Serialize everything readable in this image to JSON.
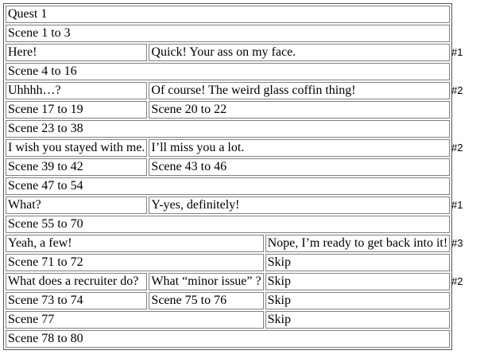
{
  "colors": {
    "background": "#ffffff",
    "text": "#000000",
    "table_outer_border": "#545454",
    "cell_border": "#808080"
  },
  "table": {
    "rows": [
      {
        "cells": [
          {
            "text": "Quest 1"
          }
        ]
      },
      {
        "cells": [
          {
            "text": "Scene 1 to 3"
          }
        ]
      },
      {
        "cells": [
          {
            "text": "Here!"
          },
          {
            "text": "Quick! Your ass on my face."
          }
        ]
      },
      {
        "cells": [
          {
            "text": "Scene 4 to 16"
          }
        ]
      },
      {
        "cells": [
          {
            "text": "Uhhhh…?"
          },
          {
            "text": "Of course! The weird glass coffin thing!"
          }
        ]
      },
      {
        "cells": [
          {
            "text": "Scene 17 to 19"
          },
          {
            "text": "Scene 20 to 22"
          }
        ]
      },
      {
        "cells": [
          {
            "text": "Scene 23 to 38"
          }
        ]
      },
      {
        "cells": [
          {
            "text": "I wish you stayed with me."
          },
          {
            "text": "I’ll miss you a lot."
          }
        ]
      },
      {
        "cells": [
          {
            "text": "Scene 39 to 42"
          },
          {
            "text": "Scene 43 to 46"
          }
        ]
      },
      {
        "cells": [
          {
            "text": "Scene 47 to 54"
          }
        ]
      },
      {
        "cells": [
          {
            "text": "What?"
          },
          {
            "text": "Y-yes, definitely!"
          }
        ]
      },
      {
        "cells": [
          {
            "text": "Scene 55 to 70"
          }
        ]
      },
      {
        "cells": [
          {
            "text": "Yeah, a few!"
          },
          {
            "text": "Nope, I’m ready to get back into it!"
          }
        ]
      },
      {
        "cells": [
          {
            "text": "Scene 71 to 72"
          },
          {
            "text": "Skip"
          }
        ]
      },
      {
        "cells": [
          {
            "text": "What does a recruiter do?"
          },
          {
            "text": "What “minor issue” ?"
          },
          {
            "text": "Skip"
          }
        ]
      },
      {
        "cells": [
          {
            "text": "Scene 73 to 74"
          },
          {
            "text": "Scene 75 to 76"
          },
          {
            "text": "Skip"
          }
        ]
      },
      {
        "cells": [
          {
            "text": "Scene 77"
          },
          {
            "text": "Skip"
          }
        ]
      },
      {
        "cells": [
          {
            "text": "Scene 78 to 80"
          }
        ]
      }
    ]
  },
  "annotations": [
    {
      "label": "#1"
    },
    {
      "label": "#2"
    },
    {
      "label": "#2"
    },
    {
      "label": "#1"
    },
    {
      "label": "#3"
    },
    {
      "label": "#2"
    }
  ]
}
